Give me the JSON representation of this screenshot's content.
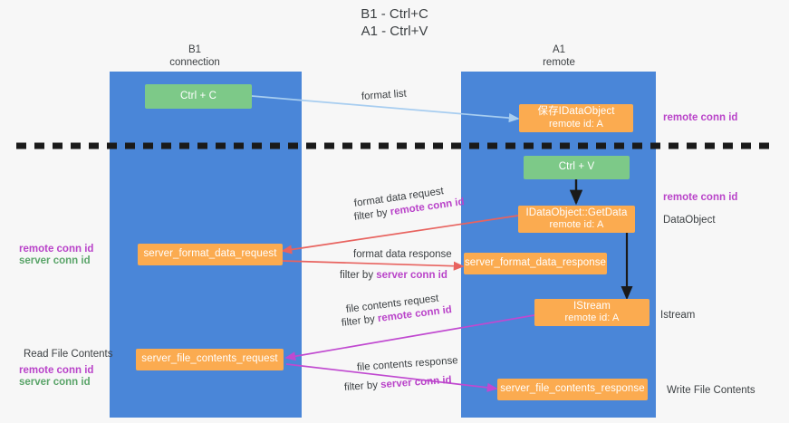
{
  "title": {
    "line1": "B1 - Ctrl+C",
    "line2": "A1 - Ctrl+V"
  },
  "columns": [
    {
      "name": "B1",
      "role": "connection"
    },
    {
      "name": "A1",
      "role": "remote"
    }
  ],
  "colors": {
    "lane": "#4a86d8",
    "node_orange": "#fbab50",
    "node_green": "#7dc988",
    "background": "#f7f7f7",
    "text": "#3c4043",
    "highlight_purple": "#b943c9",
    "highlight_green": "#5aa469",
    "arrow_blue": "#a7cdf0",
    "arrow_red": "#e8635f",
    "arrow_magenta": "#c049d0",
    "arrow_black": "#1a1a1a",
    "divider": "#1a1a1a"
  },
  "nodes": {
    "ctrl_c": {
      "label": "Ctrl + C",
      "color": "green"
    },
    "save_idataobject": {
      "label": "保存IDataObject",
      "sub": "remote id: A",
      "color": "orange"
    },
    "ctrl_v": {
      "label": "Ctrl + V",
      "color": "green"
    },
    "getdata": {
      "label": "IDataObject::GetData",
      "sub": "remote id: A",
      "color": "orange"
    },
    "server_format_data_request": {
      "label": "server_format_data_request",
      "color": "orange"
    },
    "server_format_data_response": {
      "label": "server_format_data_response",
      "color": "orange"
    },
    "istream": {
      "label": "IStream",
      "sub": "remote id: A",
      "color": "orange"
    },
    "server_file_contents_request": {
      "label": "server_file_contents_request",
      "color": "orange"
    },
    "server_file_contents_response": {
      "label": "server_file_contents_response",
      "color": "orange"
    }
  },
  "flow_labels": {
    "format_list": "format list",
    "format_data_request": "format data request",
    "format_data_request_filter_prefix": "filter by ",
    "format_data_request_filter_key": "remote conn id",
    "format_data_response": "format data response",
    "format_data_response_filter_prefix": "filter by ",
    "format_data_response_filter_key": "server conn id",
    "file_contents_request": "file contents request",
    "file_contents_request_filter_prefix": "filter by ",
    "file_contents_request_filter_key": "remote conn id",
    "file_contents_response": "file contents response",
    "file_contents_response_filter_prefix": "filter by ",
    "file_contents_response_filter_key": "server conn id"
  },
  "side_labels": {
    "right_remote_conn_id_top": "remote conn id",
    "right_remote_conn_id_mid": "remote conn id",
    "right_dataobject": "DataObject",
    "right_istream": "Istream",
    "right_write_file_contents": "Write File Contents",
    "left_remote_conn_id_mid": "remote conn id",
    "left_server_conn_id_mid": "server conn id",
    "left_read_file_contents": "Read File Contents",
    "left_remote_conn_id_bottom": "remote conn id",
    "left_server_conn_id_bottom": "server conn id"
  }
}
